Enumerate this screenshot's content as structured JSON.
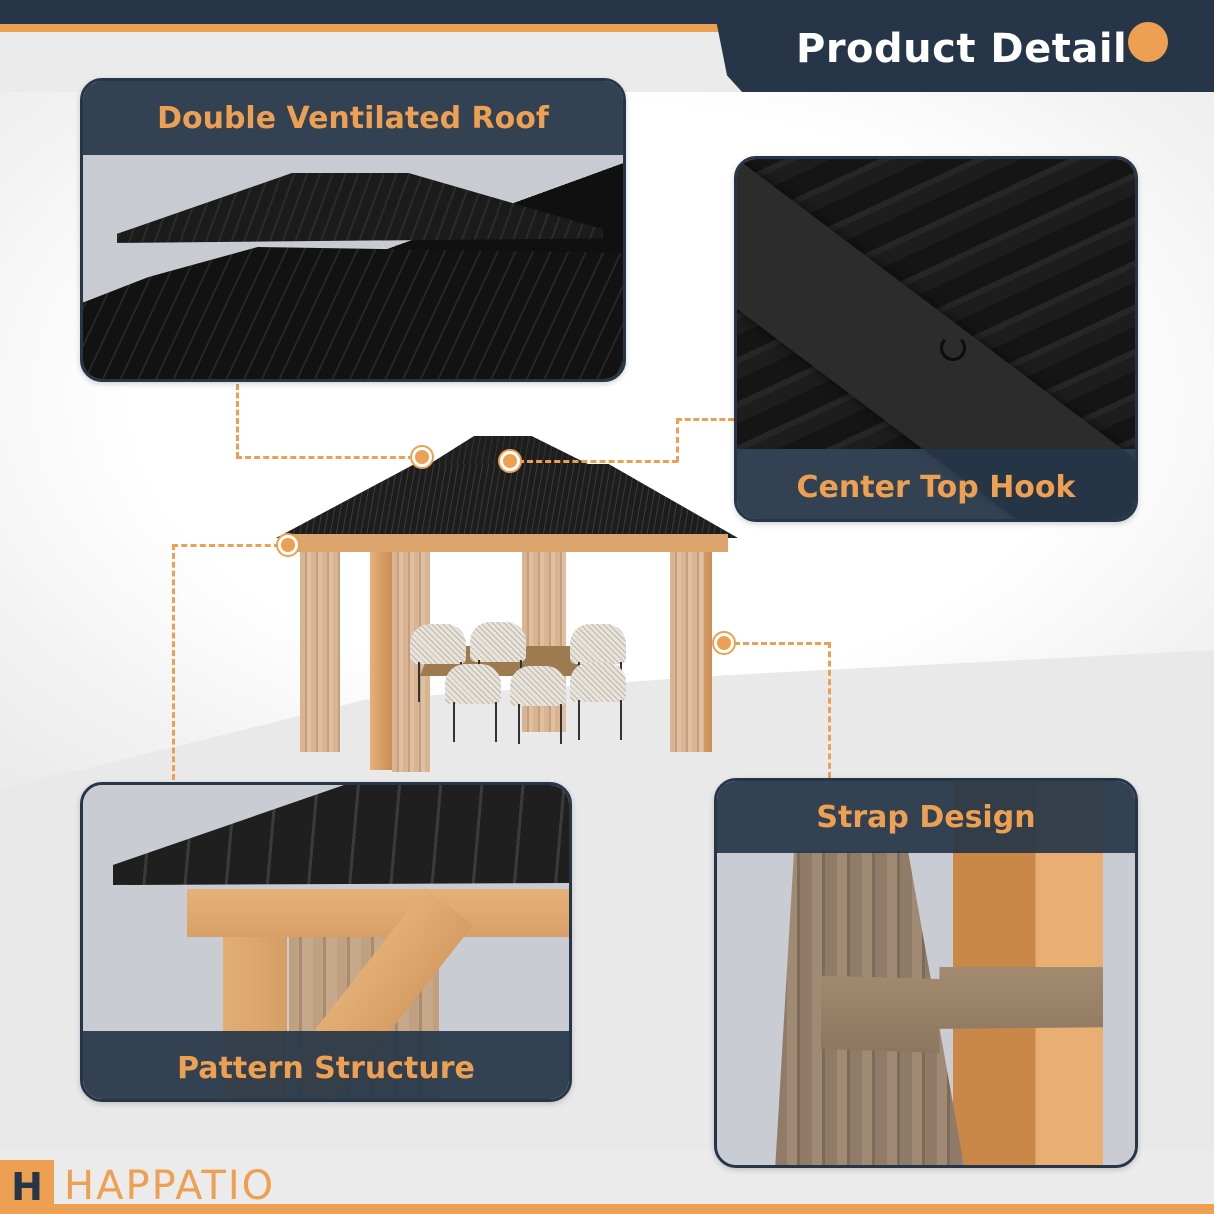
{
  "header": {
    "title": "Product Detail"
  },
  "features": [
    {
      "id": "roof",
      "label": "Double Ventilated Roof"
    },
    {
      "id": "hook",
      "label": "Center Top Hook"
    },
    {
      "id": "pattern",
      "label": "Pattern Structure"
    },
    {
      "id": "strap",
      "label": "Strap Design"
    }
  ],
  "brand": {
    "mark": "H",
    "name": "HAPPATIO"
  },
  "colors": {
    "navy": "#263648",
    "accent_orange": "#eea052",
    "background": "#ebebeb",
    "title_text": "#ffffff"
  }
}
